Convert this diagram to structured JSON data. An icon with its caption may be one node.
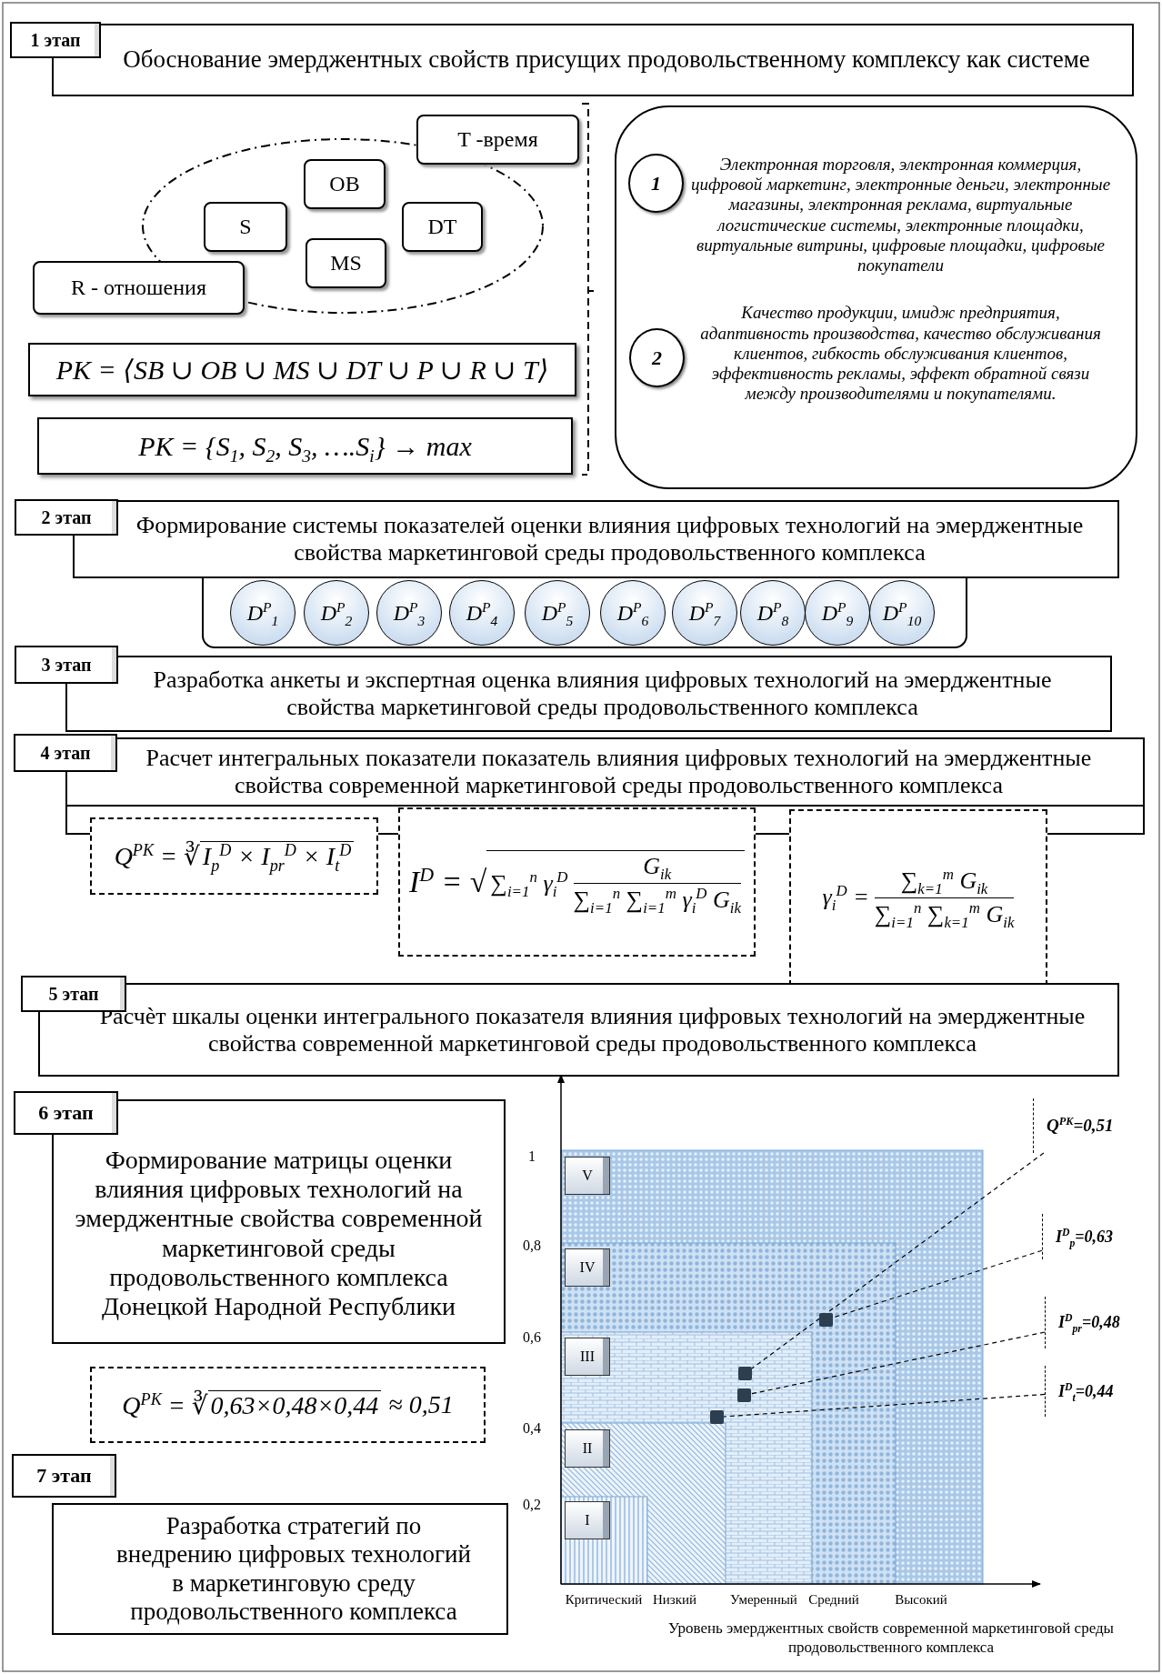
{
  "diagram": {
    "nodes": [
      {
        "text": [
          "1 этап"
        ]
      },
      {
        "text": [
          "Обоснование эмерджентных свойств присущих продовольственному комплексу как системе"
        ]
      },
      {
        "text": [],
        "shape": "ellipse"
      },
      {
        "text": [
          "T -время"
        ]
      },
      {
        "text": [
          "OB"
        ],
        "in": 2
      },
      {
        "text": [
          "S"
        ],
        "in": 2
      },
      {
        "text": [
          "DT"
        ],
        "in": 2
      },
      {
        "text": [
          "MS"
        ],
        "in": 2
      },
      {
        "text": [
          "R - отношения"
        ]
      },
      {
        "text": [
          "PK = ⟨SB ∪ OB ∪ MS ∪ DT ∪ P ∪ R ∪ T⟩"
        ]
      },
      {
        "text": [
          "PK = {S$_{1}$, S$_{2}$, S$_{3}$, ….S$_{i}$} → max"
        ]
      },
      {
        "text": [
          "Электронная торговля, электронная коммерция, цифровой маркетинг, электронные деньги, электронные магазины, электронная реклама, виртуальные логистические системы, электронные площадки, виртуальные витрины, цифровые площадки, цифровые покупатели",
          "Качество продукции, имидж предприятия, адаптивность производства, качество обслуживания клиентов, гибкость обслуживания клиентов, эффективность рекламы, эффект обратной связи между производителями и покупателями."
        ]
      },
      {
        "text": [
          "1"
        ],
        "in": 11
      },
      {
        "text": [
          "2"
        ],
        "in": 11
      },
      {
        "text": [
          "2 этап"
        ]
      },
      {
        "text": [
          "Формирование системы показателей оценки влияния цифровых технологий на эмерджентные свойства маркетинговой среды продовольственного комплекса"
        ]
      },
      {
        "text": [],
        "shape": "box"
      },
      {
        "text": [
          "D$^{P}$$_{1}$"
        ],
        "in": 16
      },
      {
        "text": [
          "D$^{P}$$_{2}$"
        ],
        "in": 16
      },
      {
        "text": [
          "D$^{P}$$_{3}$"
        ],
        "in": 16
      },
      {
        "text": [
          "D$^{P}$$_{4}$"
        ],
        "in": 16
      },
      {
        "text": [
          "D$^{P}$$_{5}$"
        ],
        "in": 16
      },
      {
        "text": [
          "D$^{P}$$_{6}$"
        ],
        "in": 16
      },
      {
        "text": [
          "D$^{P}$$_{7}$"
        ],
        "in": 16
      },
      {
        "text": [
          "D$^{P}$$_{8}$"
        ],
        "in": 16
      },
      {
        "text": [
          "D$^{P}$$_{9}$"
        ],
        "in": 16
      },
      {
        "text": [
          "D$^{P}$$_{10}$"
        ],
        "in": 16
      },
      {
        "text": [
          "3 этап"
        ]
      },
      {
        "text": [
          "Разработка анкеты и экспертная оценка влияния цифровых технологий на эмерджентные свойства маркетинговой среды продовольственного комплекса"
        ]
      },
      {
        "text": [
          "4 этап"
        ]
      },
      {
        "text": [
          "Расчет интегральных показатели показатель влияния цифровых технологий на эмерджентные свойства современной маркетинговой среды продовольственного комплекса"
        ]
      },
      {
        "text": [
          "Q$^{PK}$ = ∛",
          "I$_{p}$$^{D}$ × I$_{pr}$$^{D}$ × I$_{t}$$^{D}$"
        ]
      },
      {
        "text": [
          "I$^{D}$ = √",
          "∑$_{i=1}$$^{n}$ γ$_{i}$$^{D}$",
          "G$_{ik}$",
          "∑$_{i=1}$$^{n}$ ∑$_{i=1}$$^{m}$ γ$_{i}$$^{D}$ G$_{ik}$"
        ]
      },
      {
        "text": [
          "γ$_{i}$$^{D}$ =",
          "∑$_{k=1}$$^{m}$ G$_{ik}$",
          "∑$_{i=1}$$^{n}$ ∑$_{k=1}$$^{m}$ G$_{ik}$"
        ]
      },
      {
        "text": [
          "5 этап"
        ]
      },
      {
        "text": [
          "Расчѐт шкалы оценки интегрального показателя влияния цифровых технологий на эмерджентные свойства современной маркетинговой среды продовольственного комплекса"
        ]
      },
      {
        "text": [
          "6 этап"
        ]
      },
      {
        "text": [
          "Формирование матрицы оценки влияния цифровых технологий на эмерджентные свойства современной маркетинговой среды продовольственного комплекса Донецкой Народной Республики"
        ]
      },
      {
        "text": [
          "Q$^{PK}$ = ∛",
          "0,63×0,48×0,44",
          "≈ 0,51"
        ]
      },
      {
        "text": [
          "7 этап"
        ]
      },
      {
        "text": [
          "Разработка стратегий по внедрению цифровых технологий в маркетинговую среду продовольственного комплекса"
        ]
      },
      {
        "text": [
          "V"
        ]
      },
      {
        "text": [
          "IV"
        ]
      },
      {
        "text": [
          "III"
        ]
      },
      {
        "text": [
          "II"
        ]
      },
      {
        "text": [
          "I"
        ]
      },
      {
        "text": [
          "Q$^{PK}$=0,51"
        ]
      },
      {
        "text": [
          "I$^{D}$$_{p}$=0,63"
        ]
      },
      {
        "text": [
          "I$^{D}$$_{pr}$=0,48"
        ]
      },
      {
        "text": [
          "I$^{D}$$_{t}$=0,44"
        ]
      },
      {
        "text": [],
        "shape": "box"
      },
      {
        "text": [],
        "shape": "box"
      },
      {
        "text": [],
        "shape": "box"
      },
      {
        "text": [],
        "shape": "box"
      }
    ],
    "edges": [
      {
        "from": 46,
        "to": 51,
        "arrow": "none",
        "style": "dashed"
      },
      {
        "from": 47,
        "to": 53,
        "arrow": "none",
        "style": "dashed"
      },
      {
        "from": 48,
        "to": 52,
        "arrow": "none",
        "style": "dashed"
      },
      {
        "from": 49,
        "to": 50,
        "arrow": "none",
        "style": "dashed"
      }
    ],
    "labels": [
      "1",
      "0,8",
      "0,6",
      "0,4",
      "0,2",
      "Критический",
      "Низкий",
      "Умеренный",
      "Средний",
      "Высокий",
      "Уровень эмерджентных свойств современной маркетинговой среды продовольственного комплекса"
    ]
  }
}
